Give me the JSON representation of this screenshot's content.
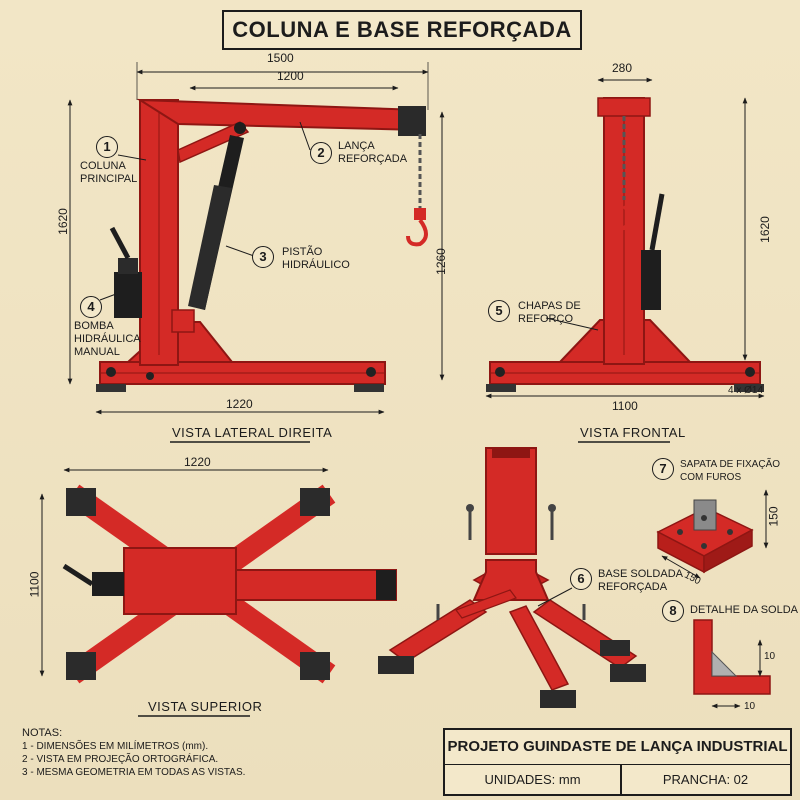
{
  "title": "COLUNA E BASE REFORÇADA",
  "colors": {
    "steel": "#d42a26",
    "steel_dark": "#8e1613",
    "cylinder": "#1e1e1e",
    "paper": "#efe3c2",
    "ink": "#1c1c1c"
  },
  "dimensions": {
    "side_boom_total": "1500",
    "side_boom_reach": "1200",
    "side_height": "1620",
    "side_hook_height": "1260",
    "side_base_length": "1220",
    "front_column_width": "280",
    "front_height": "1620",
    "front_base_width": "1100",
    "front_hole_spec": "4 x Ø14",
    "top_length": "1220",
    "top_width": "1100",
    "foot_size_a": "150",
    "foot_size_b": "150",
    "weld_a": "10",
    "weld_b": "10"
  },
  "callouts": [
    {
      "num": "1",
      "label_lines": [
        "COLUNA",
        "PRINCIPAL"
      ]
    },
    {
      "num": "2",
      "label_lines": [
        "LANÇA",
        "REFORÇADA"
      ]
    },
    {
      "num": "3",
      "label_lines": [
        "PISTÃO",
        "HIDRÁULICO"
      ]
    },
    {
      "num": "4",
      "label_lines": [
        "BOMBA",
        "HIDRÁULICA",
        "MANUAL"
      ]
    },
    {
      "num": "5",
      "label_lines": [
        "CHAPAS DE",
        "REFORÇO"
      ]
    },
    {
      "num": "6",
      "label_lines": [
        "BASE SOLDADA",
        "REFORÇADA"
      ]
    },
    {
      "num": "7",
      "label_lines": [
        "SAPATA DE FIXAÇÃO",
        "COM FUROS"
      ]
    },
    {
      "num": "8",
      "label_lines": [
        "DETALHE DA SOLDA"
      ]
    }
  ],
  "views": {
    "side": "VISTA LATERAL DIREITA",
    "front": "VISTA FRONTAL",
    "top": "VISTA SUPERIOR"
  },
  "notes": {
    "heading": "NOTAS:",
    "items": [
      "1 - DIMENSÕES EM MILÍMETROS (mm).",
      "2 - VISTA EM PROJEÇÃO ORTOGRÁFICA.",
      "3 - MESMA GEOMETRIA EM TODAS AS VISTAS."
    ]
  },
  "title_block": {
    "project": "PROJETO GUINDASTE DE LANÇA INDUSTRIAL",
    "units": "UNIDADES: mm",
    "sheet": "PRANCHA: 02"
  }
}
